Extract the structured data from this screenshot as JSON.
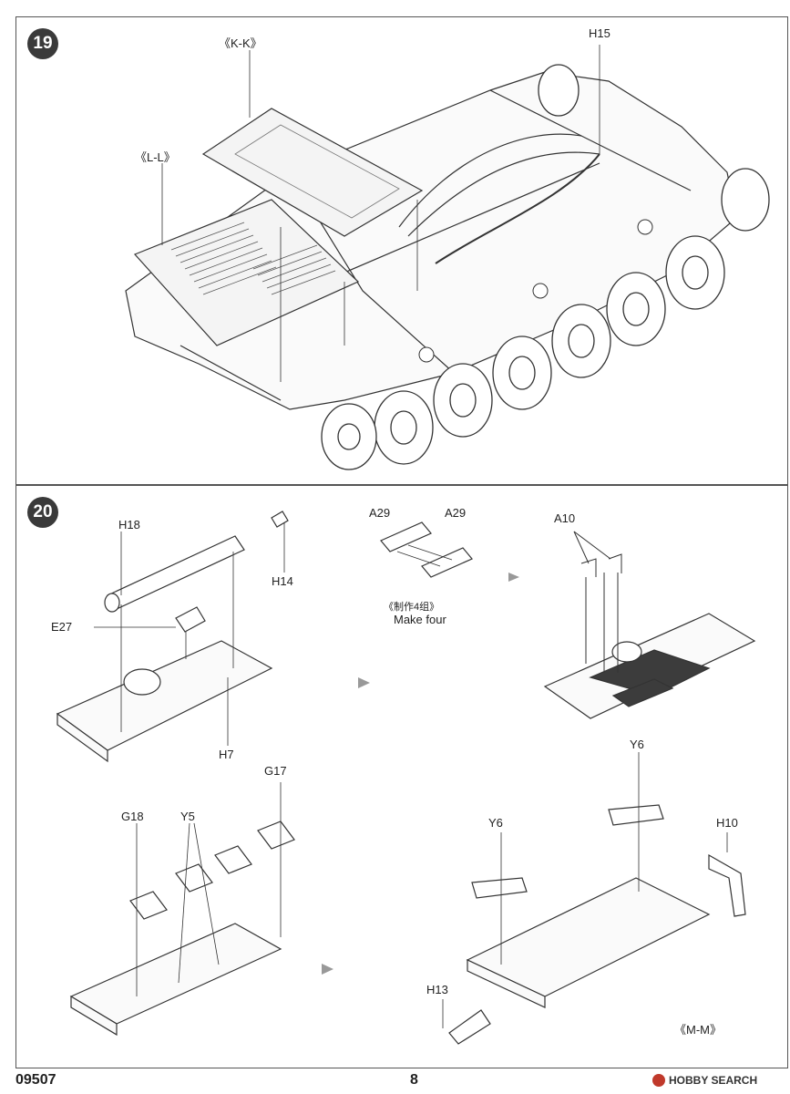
{
  "steps": {
    "s19": "19",
    "s20": "20"
  },
  "panel19": {
    "kk": "《K-K》",
    "ll": "《L-L》",
    "h15": "H15"
  },
  "panel20": {
    "h18": "H18",
    "h14": "H14",
    "e27": "E27",
    "h7": "H7",
    "a29_left": "A29",
    "a29_right": "A29",
    "make_cn": "《制作4组》",
    "make_en": "Make four",
    "a10": "A10",
    "g17": "G17",
    "g18": "G18",
    "y5": "Y5",
    "y6_top": "Y6",
    "y6_left": "Y6",
    "h10": "H10",
    "h13": "H13",
    "mm": "《M-M》"
  },
  "footer": {
    "code": "09507",
    "page": "8",
    "watermark": "HOBBY SEARCH"
  },
  "colors": {
    "ink": "#222222",
    "stepBadge": "#3a3a3a",
    "border": "#555555",
    "track": "#3c3c3c"
  },
  "icons": {
    "step": "step-number-badge",
    "arrow": "assembly-arrow-icon",
    "logo": "hobby-search-logo"
  }
}
